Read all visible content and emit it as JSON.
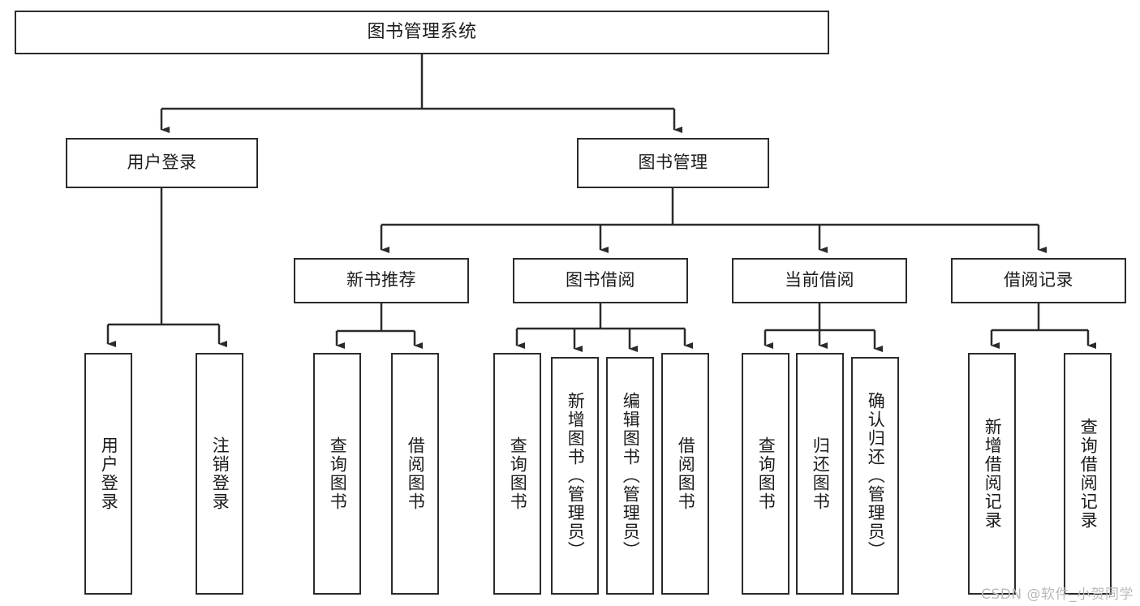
{
  "diagram": {
    "title": "图书管理系统",
    "type": "tree",
    "watermark": "CSDN @软件_小贺同学",
    "colors": {
      "stroke": "#2b2b2b",
      "fill": "#ffffff",
      "text": "#1b1b1b",
      "watermark": "#b9b9b9"
    },
    "levels": {
      "root": "图书管理系统",
      "level2": [
        "用户登录",
        "图书管理"
      ],
      "level3": [
        "新书推荐",
        "图书借阅",
        "当前借阅",
        "借阅记录"
      ]
    },
    "nodes": {
      "root": "图书管理系统",
      "user_login": "用户登录",
      "book_manage": "图书管理",
      "new_book_rec": "新书推荐",
      "book_borrow": "图书借阅",
      "current_borrow": "当前借阅",
      "borrow_record": "借阅记录",
      "leaf_user_login": "用户登录",
      "leaf_logout": "注销登录",
      "leaf_query_book_1": "查询图书",
      "leaf_borrow_book_1": "借阅图书",
      "leaf_query_book_2": "查询图书",
      "leaf_add_book_admin": "新增图书（管理员）",
      "leaf_edit_book_admin": "编辑图书（管理员）",
      "leaf_borrow_book_2": "借阅图书",
      "leaf_query_book_3": "查询图书",
      "leaf_return_book": "归还图书",
      "leaf_confirm_return_admin": "确认归还（管理员）",
      "leaf_add_borrow_record": "新增借阅记录",
      "leaf_query_borrow_record": "查询借阅记录"
    }
  }
}
